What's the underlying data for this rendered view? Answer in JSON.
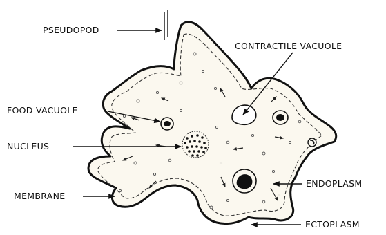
{
  "labels": {
    "pseudopod": "PSEUDOPOD",
    "contractile_vacuole": "CONTRACTILE VACUOLE",
    "food_vacuole": "FOOD VACUOLE",
    "nucleus": "NUCLEUS",
    "membrane": "MEMBRANE",
    "endoplasm": "ENDOPLASM",
    "ectoplasm": "ECTOPLASM"
  },
  "colors": {
    "ink": "#111111",
    "cytoplasm": "#fbf8ef",
    "paper": "#ffffff"
  }
}
